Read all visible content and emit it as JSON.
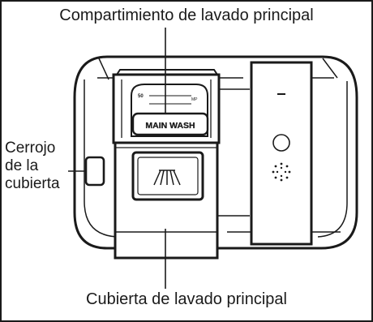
{
  "labels": {
    "top": "Compartimiento de lavado principal",
    "latch": [
      "Cerrojo",
      "de la",
      "cubierta"
    ],
    "bottom": "Cubierta de lavado principal"
  },
  "panel_markings": {
    "cup_button": "MAIN WASH",
    "cup_small_left": "50",
    "cup_small_right": "MP"
  },
  "colors": {
    "stroke": "#1a1a1a",
    "background": "#ffffff"
  }
}
